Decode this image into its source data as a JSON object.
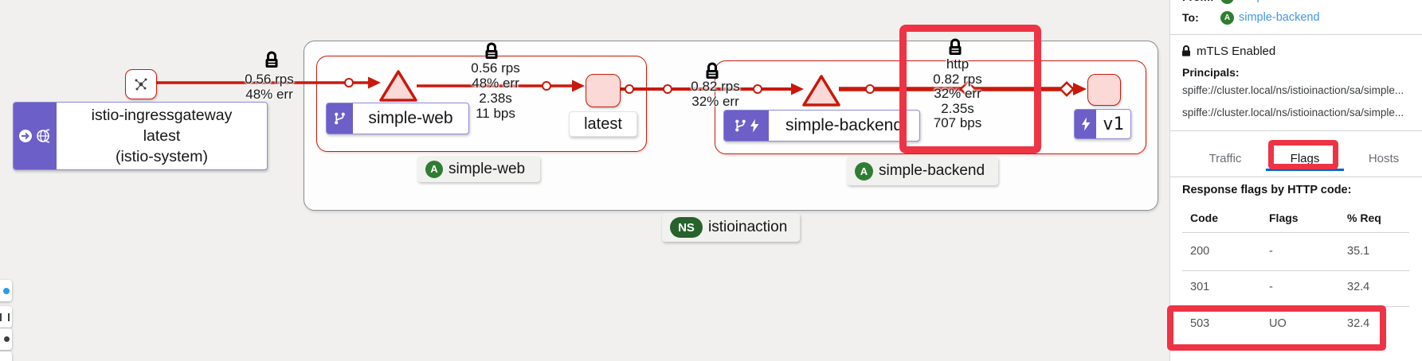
{
  "colors": {
    "edge_red": "#c9190b",
    "annotation_red": "#ee3345",
    "badge_purple": "#6c5fc7",
    "app_green": "#2f7d33",
    "ns_green": "#26622b",
    "link_blue": "#4196e6",
    "active_tab_blue": "#0066cc"
  },
  "graph": {
    "gateway": {
      "line1": "istio-ingressgateway",
      "line2": "latest",
      "line3": "(istio-system)"
    },
    "edge1": {
      "lines": [
        "0.56 rps",
        "48% err"
      ]
    },
    "edge2": {
      "lines": [
        "0.56 rps",
        "48% err",
        "2.38s",
        "11 bps"
      ]
    },
    "edge3": {
      "lines": [
        "0.82 rps",
        "32% err"
      ]
    },
    "edge4": {
      "lines": [
        "http",
        "0.82 rps",
        "32% err",
        "2.35s",
        "707 bps"
      ]
    },
    "group_web_label": "simple-web",
    "group_backend_label": "simple-backend",
    "node_latest_label": "latest",
    "node_v1_label": "v1",
    "app_badge_letter": "A",
    "app_web_label": "simple-web",
    "app_backend_label": "simple-backend",
    "ns_badge": "NS",
    "ns_label": "istioinaction"
  },
  "panel": {
    "from_label": "From:",
    "from_value": "simple-backend",
    "to_label": "To:",
    "to_value": "simple-backend",
    "mtls_text": "mTLS Enabled",
    "principals_label": "Principals:",
    "principal1": "spiffe://cluster.local/ns/istioinaction/sa/simple...",
    "principal2": "spiffe://cluster.local/ns/istioinaction/sa/simple...",
    "tabs": [
      "Traffic",
      "Flags",
      "Hosts"
    ],
    "active_tab": "Flags",
    "table_title": "Response flags by HTTP code:",
    "table": {
      "headers": [
        "Code",
        "Flags",
        "% Req"
      ],
      "rows": [
        [
          "200",
          "-",
          "35.1"
        ],
        [
          "301",
          "-",
          "32.4"
        ],
        [
          "503",
          "UO",
          "32.4"
        ]
      ]
    }
  }
}
